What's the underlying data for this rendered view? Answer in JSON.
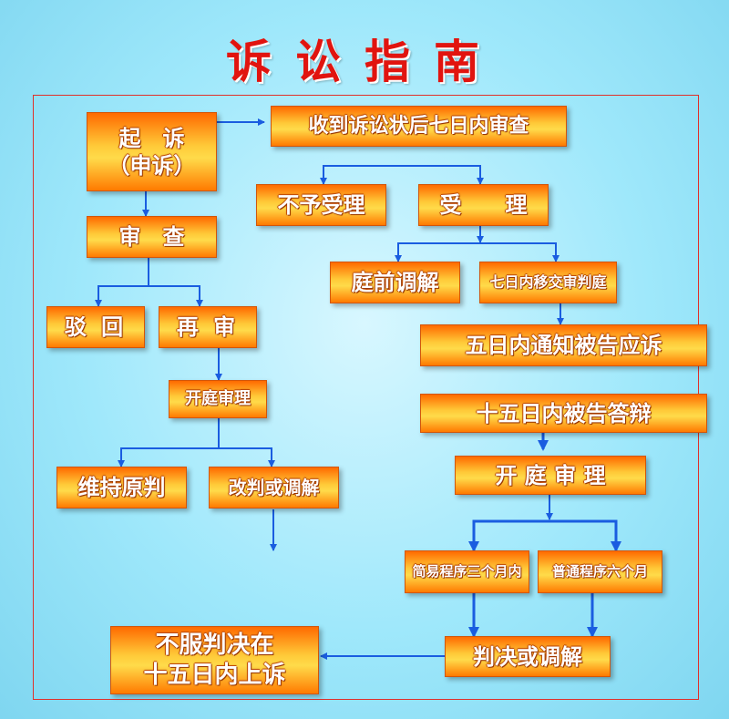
{
  "title": "诉讼指南",
  "colors": {
    "title": "#e1140f",
    "arrow": "#1a5de0",
    "box_top": "#ff6a00",
    "box_mid": "#ffd445",
    "frame": "#e0302a"
  },
  "boxes": {
    "qisu": "起　诉\n（申诉）",
    "shoudao": "收到诉讼状后七日内审查",
    "buyu": "不予受理",
    "shouli": "受　　理",
    "shencha": "审　查",
    "tingqian": "庭前调解",
    "yijiao": "七日内移交审判庭",
    "bohui": "驳 回",
    "zaishen": "再 审",
    "tongzhi": "五日内通知被告应诉",
    "kaiting1": "开庭审理",
    "dabian": "十五日内被告答辩",
    "weichi": "维持原判",
    "gaipan": "改判或调解",
    "kaiting2": "开 庭 审 理",
    "jianyi": "简易程序三个月内",
    "putong": "普通程序六个月",
    "shangsu": "不服判决在\n十五日内上诉",
    "panjue": "判决或调解"
  }
}
